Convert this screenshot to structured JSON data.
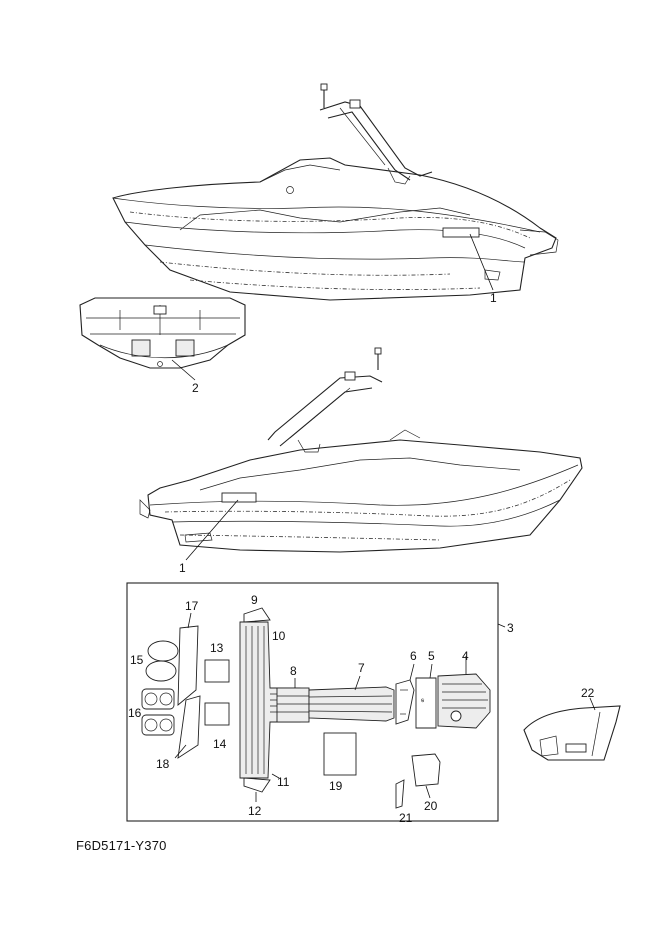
{
  "callouts": {
    "c1_top": "1",
    "c2": "2",
    "c1_bottom": "1",
    "c3": "3",
    "c4": "4",
    "c5": "5",
    "c6": "6",
    "c7": "7",
    "c8": "8",
    "c9": "9",
    "c10": "10",
    "c11": "11",
    "c12": "12",
    "c13": "13",
    "c14": "14",
    "c15": "15",
    "c16": "16",
    "c17": "17",
    "c18": "18",
    "c19": "19",
    "c20": "20",
    "c21": "21",
    "c22": "22"
  },
  "drawing_code": "F6D5171-Y370"
}
